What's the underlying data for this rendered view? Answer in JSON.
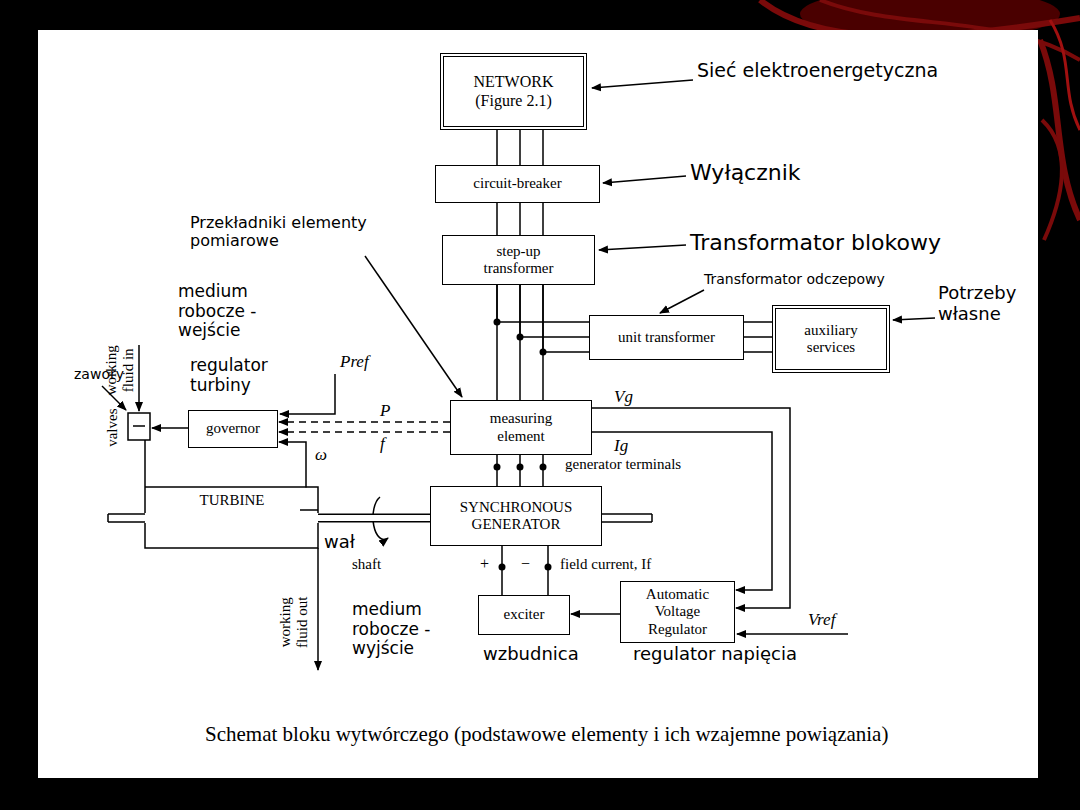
{
  "diagram": {
    "caption": "Schemat bloku wytwórczego (podstawowe elementy i ich wzajemne powiązania)",
    "nodes": [
      {
        "text": [
          "NETWORK (Figure 2.1)"
        ]
      },
      {
        "text": [
          "circuit-breaker"
        ]
      },
      {
        "text": [
          "step-up transformer"
        ]
      },
      {
        "text": [
          "unit transformer"
        ]
      },
      {
        "text": [
          "auxiliary services"
        ]
      },
      {
        "text": [
          "measuring element"
        ]
      },
      {
        "text": [
          "governor"
        ]
      },
      {
        "text": [
          "SYNCHRONOUS GENERATOR"
        ]
      },
      {
        "text": [
          "exciter"
        ]
      },
      {
        "text": [
          "Automatic Voltage Regulator"
        ]
      },
      {
        "text": [
          "TURBINE"
        ]
      }
    ],
    "edges": [
      {
        "from": 0,
        "to": 1,
        "arrow": "none"
      },
      {
        "from": 1,
        "to": 2,
        "arrow": "none"
      },
      {
        "from": 2,
        "to": 5,
        "arrow": "none"
      },
      {
        "from": 2,
        "to": 3,
        "arrow": "none"
      },
      {
        "from": 3,
        "to": 4,
        "arrow": "none"
      },
      {
        "from": 5,
        "to": 7,
        "arrow": "none"
      },
      {
        "from": 5,
        "to": 6,
        "label": "P",
        "arrow": "to"
      },
      {
        "from": 5,
        "to": 6,
        "label": "f",
        "arrow": "to"
      },
      {
        "from": 5,
        "to": 9,
        "label": "Vg",
        "arrow": "to"
      },
      {
        "from": 5,
        "to": 9,
        "label": "Ig",
        "arrow": "to"
      },
      {
        "from": 9,
        "to": 8,
        "arrow": "to"
      },
      {
        "from": 8,
        "to": 7,
        "arrow": "none"
      },
      {
        "from": 10,
        "to": 7,
        "arrow": "none"
      },
      {
        "from": 10,
        "to": 6,
        "label": "ω",
        "arrow": "to"
      }
    ],
    "labels": [
      "Sieć elektroenergetyczna",
      "Wyłącznik",
      "Transformator blokowy",
      "Transformator odczepowy",
      "Potrzeby własne",
      "Przekładniki elementy pomiarowe",
      "medium robocze - wejście",
      "regulator turbiny",
      "zawory",
      "working fluid in",
      "valves",
      "Pref",
      "generator terminals",
      "wał",
      "shaft",
      "+",
      "−",
      "field current, If",
      "wzbudnica",
      "regulator napięcia",
      "working fluid out",
      "medium robocze - wyjście",
      "Vref"
    ]
  }
}
